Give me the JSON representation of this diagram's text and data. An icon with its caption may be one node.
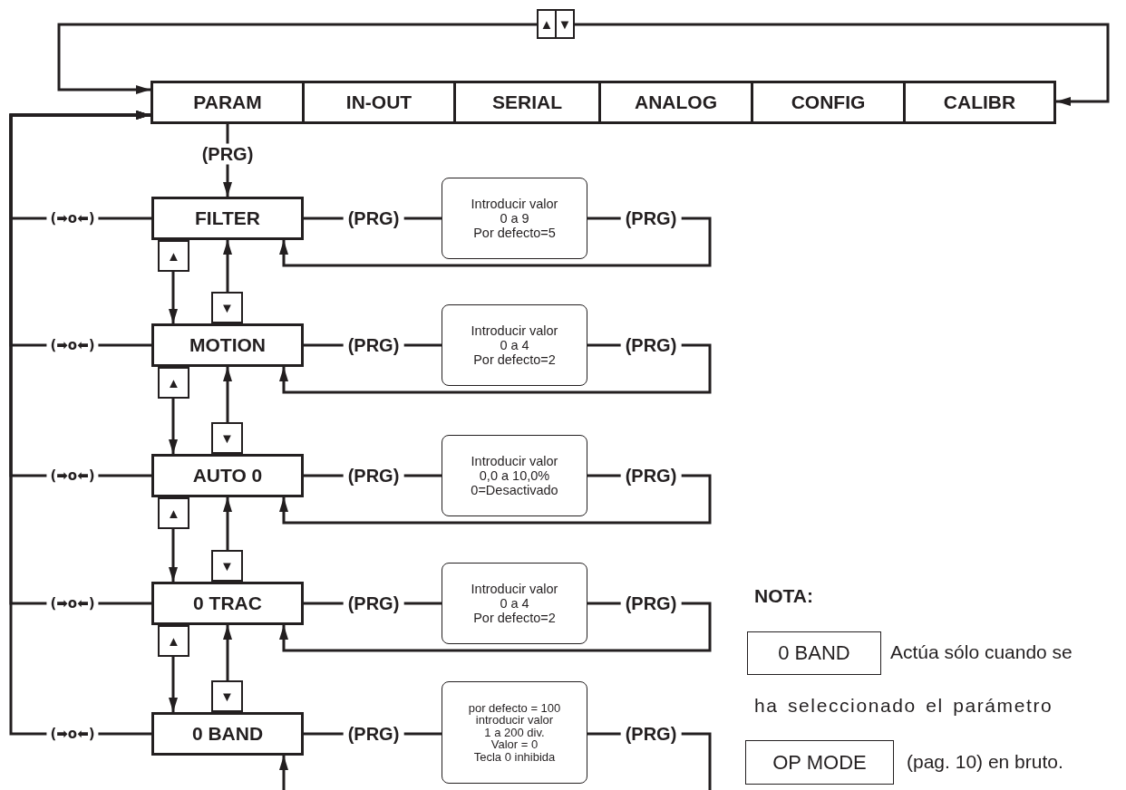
{
  "diagram": {
    "nodes": [
      {
        "text": [
          "PARAM"
        ]
      },
      {
        "text": [
          "IN-OUT"
        ]
      },
      {
        "text": [
          "SERIAL"
        ]
      },
      {
        "text": [
          "ANALOG"
        ]
      },
      {
        "text": [
          "CONFIG"
        ]
      },
      {
        "text": [
          "CALIBR"
        ]
      },
      {
        "text": [
          "▲"
        ]
      },
      {
        "text": [
          "▼"
        ]
      },
      {
        "text": [
          "FILTER"
        ]
      },
      {
        "text": [
          "Introducir valor",
          "0 a 9",
          "Por defecto=5"
        ]
      },
      {
        "text": [
          "▲"
        ]
      },
      {
        "text": [
          "▼"
        ]
      },
      {
        "text": [
          "MOTION"
        ]
      },
      {
        "text": [
          "Introducir valor",
          "0 a 4",
          "Por defecto=2"
        ]
      },
      {
        "text": [
          "▲"
        ]
      },
      {
        "text": [
          "▼"
        ]
      },
      {
        "text": [
          "AUTO 0"
        ]
      },
      {
        "text": [
          "Introducir valor",
          "0,0 a 10,0%",
          "0=Desactivado"
        ]
      },
      {
        "text": [
          "▲"
        ]
      },
      {
        "text": [
          "▼"
        ]
      },
      {
        "text": [
          "0 TRAC"
        ]
      },
      {
        "text": [
          "Introducir valor",
          "0 a 4",
          "Por defecto=2"
        ]
      },
      {
        "text": [
          "▲"
        ]
      },
      {
        "text": [
          "▼"
        ]
      },
      {
        "text": [
          "0 BAND"
        ]
      },
      {
        "text": [
          "por defecto = 100",
          "introducir valor",
          "1 a 200 div.",
          "Valor = 0",
          "Tecla 0 inhibida"
        ]
      },
      {
        "text": [
          "0 BAND"
        ]
      },
      {
        "text": [
          "OP MODE"
        ]
      }
    ],
    "edges": [
      {
        "from": 6,
        "to": 0,
        "arrow": "to"
      },
      {
        "from": 7,
        "to": 5,
        "arrow": "to"
      },
      {
        "from": 0,
        "to": 8,
        "arrow": "to",
        "label": "(PRG)"
      },
      {
        "from": 8,
        "to": 9,
        "arrow": "none",
        "label": "(PRG)"
      },
      {
        "from": 9,
        "to": 8,
        "arrow": "to",
        "label": "(PRG)"
      },
      {
        "from": 8,
        "to": 0,
        "arrow": "to",
        "label": "(➡o⬅)"
      },
      {
        "from": 10,
        "to": 12,
        "arrow": "to"
      },
      {
        "from": 11,
        "to": 8,
        "arrow": "to"
      },
      {
        "from": 12,
        "to": 13,
        "arrow": "none",
        "label": "(PRG)"
      },
      {
        "from": 13,
        "to": 12,
        "arrow": "to",
        "label": "(PRG)"
      },
      {
        "from": 12,
        "to": 0,
        "arrow": "to",
        "label": "(➡o⬅)"
      },
      {
        "from": 14,
        "to": 16,
        "arrow": "to"
      },
      {
        "from": 15,
        "to": 12,
        "arrow": "to"
      },
      {
        "from": 16,
        "to": 17,
        "arrow": "none",
        "label": "(PRG)"
      },
      {
        "from": 17,
        "to": 16,
        "arrow": "to",
        "label": "(PRG)"
      },
      {
        "from": 16,
        "to": 0,
        "arrow": "to",
        "label": "(➡o⬅)"
      },
      {
        "from": 18,
        "to": 20,
        "arrow": "to"
      },
      {
        "from": 19,
        "to": 16,
        "arrow": "to"
      },
      {
        "from": 20,
        "to": 21,
        "arrow": "none",
        "label": "(PRG)"
      },
      {
        "from": 21,
        "to": 20,
        "arrow": "to",
        "label": "(PRG)"
      },
      {
        "from": 20,
        "to": 0,
        "arrow": "to",
        "label": "(➡o⬅)"
      },
      {
        "from": 22,
        "to": 24,
        "arrow": "to"
      },
      {
        "from": 23,
        "to": 20,
        "arrow": "to"
      },
      {
        "from": 24,
        "to": 25,
        "arrow": "none",
        "label": "(PRG)"
      },
      {
        "from": 25,
        "to": null,
        "arrow": "none",
        "label": "(PRG)"
      },
      {
        "from": null,
        "to": 24,
        "arrow": "to"
      },
      {
        "from": 24,
        "to": 0,
        "arrow": "to",
        "label": "(➡o⬅)"
      }
    ],
    "labels": [
      "NOTA:",
      "Actúa sólo cuando se",
      "ha seleccionado el parámetro",
      "(pag. 10) en bruto."
    ]
  }
}
